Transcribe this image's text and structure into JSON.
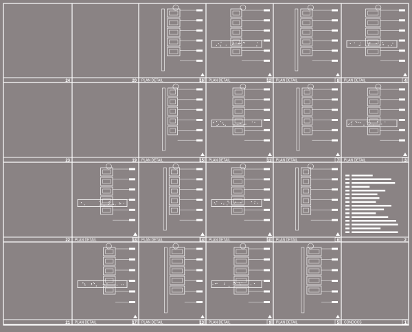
{
  "sheet": {
    "colors": {
      "background": "#8a8384",
      "linework": "#ffffff"
    },
    "cells": [
      {
        "number": "24",
        "title": "",
        "sheet_ref": ""
      },
      {
        "number": "20",
        "title": "",
        "sheet_ref": ""
      },
      {
        "number": "16",
        "title": "PLAN DETAIL",
        "sheet_ref": "16"
      },
      {
        "number": "12",
        "title": "PLAN DETAIL",
        "sheet_ref": "12"
      },
      {
        "number": "8",
        "title": "PLAN DETAIL",
        "sheet_ref": "8"
      },
      {
        "number": "4",
        "title": "PLAN DETAIL",
        "sheet_ref": "4"
      },
      {
        "number": "23",
        "title": "",
        "sheet_ref": ""
      },
      {
        "number": "19",
        "title": "",
        "sheet_ref": ""
      },
      {
        "number": "15",
        "title": "PLAN DETAIL",
        "sheet_ref": "15"
      },
      {
        "number": "11",
        "title": "PLAN DETAIL",
        "sheet_ref": "11"
      },
      {
        "number": "7",
        "title": "PLAN DETAIL",
        "sheet_ref": "7"
      },
      {
        "number": "3",
        "title": "PLAN DETAIL",
        "sheet_ref": "3"
      },
      {
        "number": "22",
        "title": "",
        "sheet_ref": ""
      },
      {
        "number": "18",
        "title": "PLAN DETAIL",
        "sheet_ref": "18"
      },
      {
        "number": "14",
        "title": "PLAN DETAIL",
        "sheet_ref": "14"
      },
      {
        "number": "10",
        "title": "PLAN DETAIL",
        "sheet_ref": "10"
      },
      {
        "number": "6",
        "title": "PLAN DETAIL",
        "sheet_ref": "6"
      },
      {
        "number": "2",
        "title": "",
        "sheet_ref": ""
      },
      {
        "number": "21",
        "title": "",
        "sheet_ref": ""
      },
      {
        "number": "17",
        "title": "PLAN DETAIL",
        "sheet_ref": "17"
      },
      {
        "number": "13",
        "title": "PLAN DETAIL",
        "sheet_ref": "13"
      },
      {
        "number": "9",
        "title": "PLAN DETAIL",
        "sheet_ref": "9"
      },
      {
        "number": "5",
        "title": "PLAN DETAIL",
        "sheet_ref": "5"
      },
      {
        "number": "1",
        "title": "CONDOCS",
        "sheet_ref": "1"
      }
    ]
  }
}
